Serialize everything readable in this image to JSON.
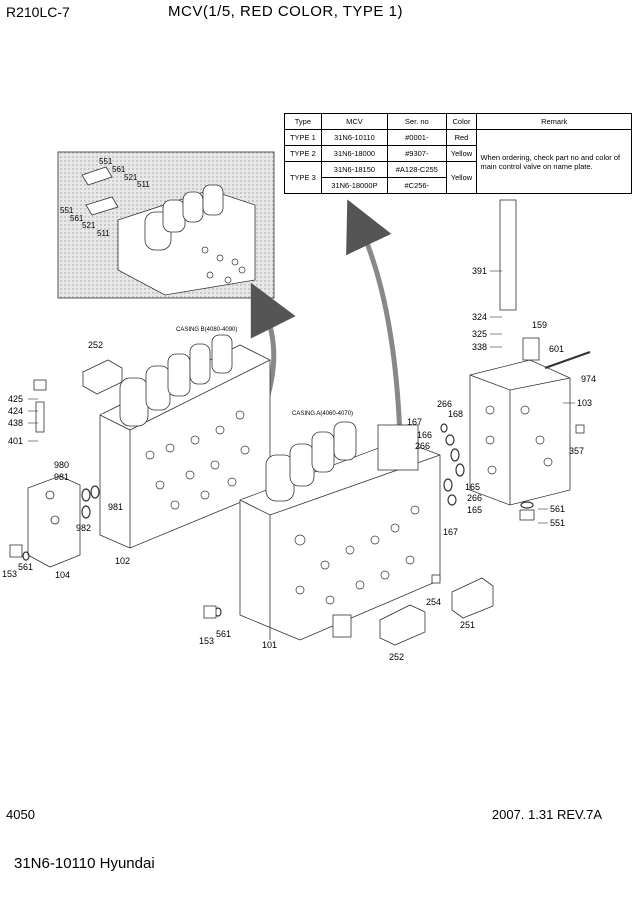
{
  "header": {
    "model": "R210LC-7",
    "title": "MCV(1/5, RED COLOR, TYPE 1)"
  },
  "footer": {
    "page": "4050",
    "revision": "2007. 1.31  REV.7A"
  },
  "caption": "31N6-10110 Hyundai",
  "type_table": {
    "headers": [
      "Type",
      "MCV",
      "Ser. no",
      "Color",
      "Remark"
    ],
    "rows": [
      {
        "type": "TYPE 1",
        "mcv": "31N6-10110",
        "ser": "#0001-",
        "color": "Red"
      },
      {
        "type": "TYPE 2",
        "mcv": "31N6-18000",
        "ser": "#9307-",
        "color": "Yellow"
      },
      {
        "type": "TYPE 3",
        "mcv": "31N6-18150",
        "ser": "#A128-C255",
        "color": "Yellow"
      },
      {
        "type": "",
        "mcv": "31N6-18000P",
        "ser": "#C256-",
        "color": ""
      }
    ],
    "remark": "When ordering, check part no and color of main control valve on name plate."
  },
  "notes": {
    "casing_b": "CASING B(4080-4090)",
    "casing_a": "CASING A(4060-4070)"
  },
  "labels": {
    "l551a": "551",
    "l561a": "561",
    "l521a": "521",
    "l511a": "511",
    "l551b": "551",
    "l561b": "561",
    "l521b": "521",
    "l511b": "511",
    "l252a": "252",
    "l425": "425",
    "l424": "424",
    "l438": "438",
    "l401": "401",
    "l980": "980",
    "l981a": "981",
    "l981b": "981",
    "l982": "982",
    "l153a": "153",
    "l561c": "561",
    "l104": "104",
    "l102": "102",
    "l391": "391",
    "l324": "324",
    "l159": "159",
    "l325": "325",
    "l338": "338",
    "l601": "601",
    "l974": "974",
    "l103": "103",
    "l266a": "266",
    "l168": "168",
    "l167a": "167",
    "l166": "166",
    "l266b": "266",
    "l357": "357",
    "l165a": "165",
    "l266c": "266",
    "l165b": "165",
    "l167b": "167",
    "l561d": "561",
    "l551c": "551",
    "l254": "254",
    "l251": "251",
    "l153b": "153",
    "l561e": "561",
    "l101": "101",
    "l252b": "252"
  }
}
